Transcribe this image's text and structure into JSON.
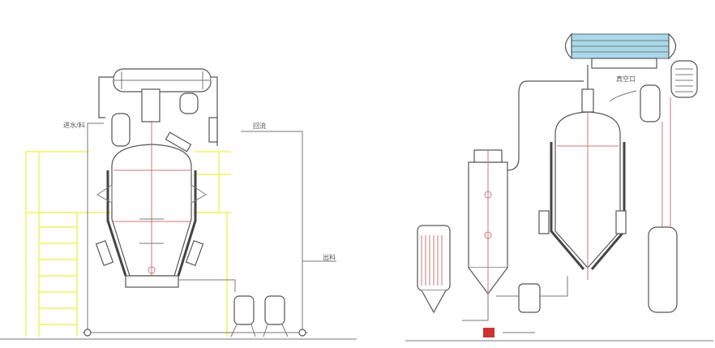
{
  "left_diagram": {
    "labels": {
      "inlet": "进水/料",
      "reflux": "回流",
      "outlet": "出料"
    }
  },
  "right_diagram": {
    "labels": {
      "vacuum_port": "真空口"
    }
  },
  "colors": {
    "platform": "#f0f060",
    "condenser_tubes": "#a8d8ea",
    "pipe_red": "#c77777",
    "line": "#777777"
  }
}
